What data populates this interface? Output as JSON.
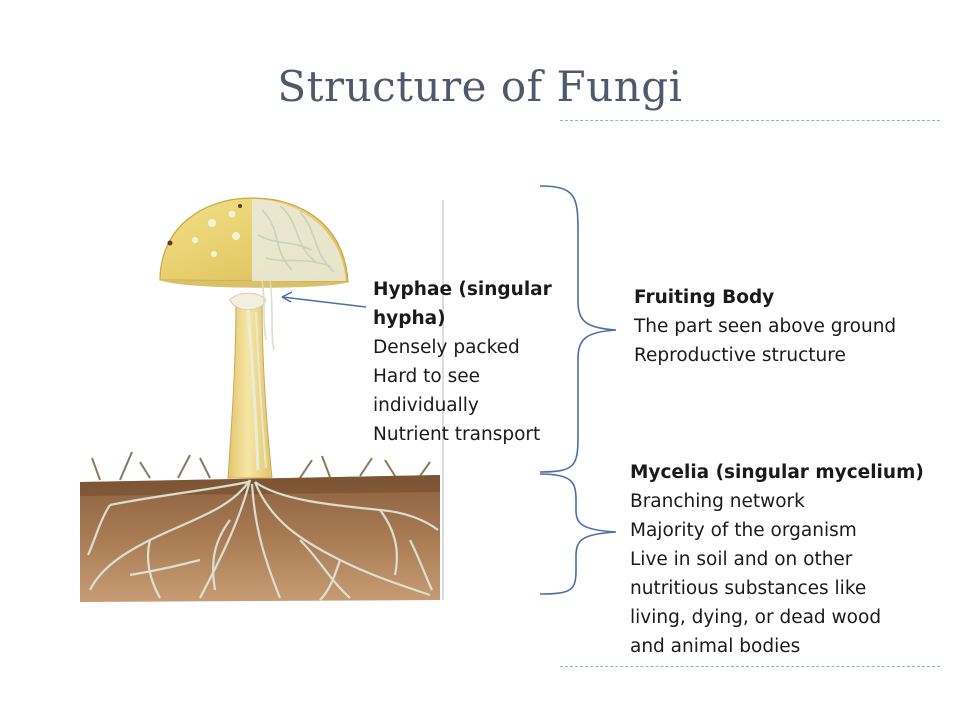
{
  "slide": {
    "title": "Structure of Fungi"
  },
  "hyphae": {
    "heading": "Hyphae (singular hypha)",
    "lines": [
      "Densely packed",
      "Hard to see individually",
      "Nutrient transport"
    ]
  },
  "fruiting_body": {
    "heading": "Fruiting Body",
    "lines": [
      "The part seen above ground",
      "Reproductive structure"
    ]
  },
  "mycelia": {
    "heading": "Mycelia (singular mycelium)",
    "lines": [
      "Branching network",
      "Majority of the organism",
      "Live in soil and on other",
      "nutritious substances like",
      "living, dying, or dead wood",
      "and animal bodies"
    ]
  },
  "colors": {
    "title": "#4e5a6c",
    "bracket": "#4a6fa5",
    "cap": "#e9d47a",
    "stem": "#efd98c",
    "soil": "#a0744d",
    "hyphae": "#cfd6c6"
  }
}
